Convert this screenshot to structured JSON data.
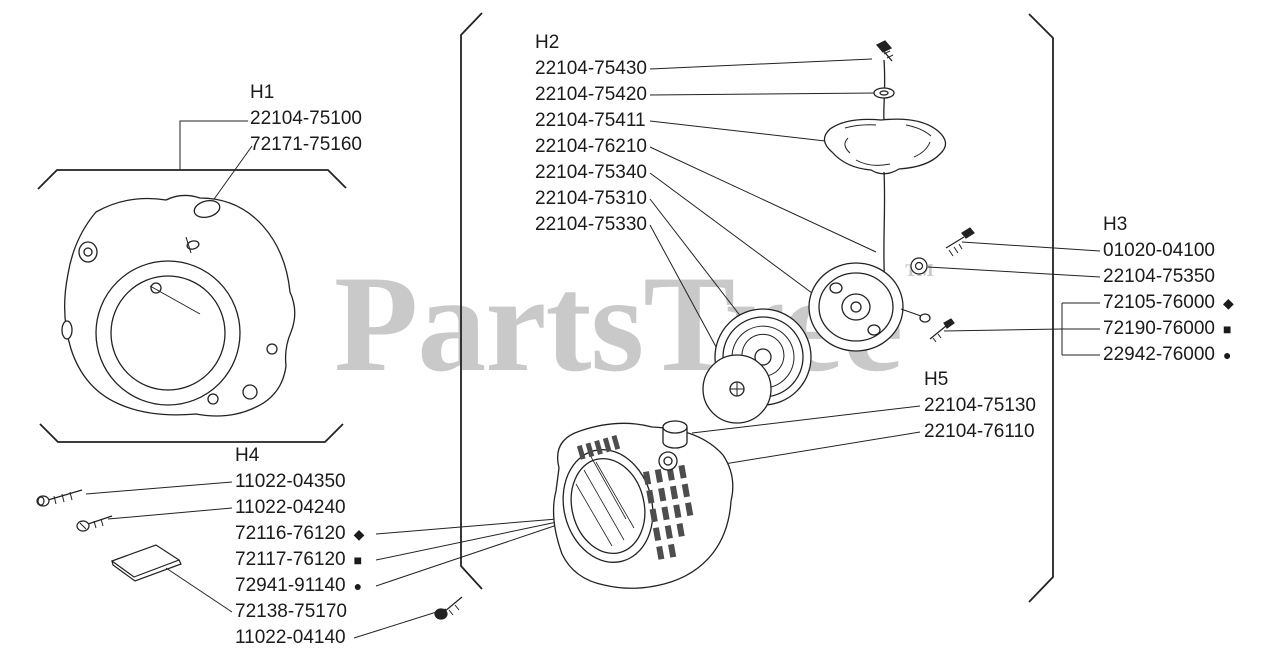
{
  "watermark": {
    "text": "PartsTree",
    "tm": "™",
    "color": "#c9c9c9"
  },
  "colors": {
    "line": "#222222",
    "watermark": "#c9c9c9"
  },
  "groups": {
    "h1": {
      "label": "H1",
      "items": [
        {
          "part": "22104-75100",
          "marker": ""
        },
        {
          "part": "72171-75160",
          "marker": ""
        }
      ]
    },
    "h2": {
      "label": "H2",
      "items": [
        {
          "part": "22104-75430",
          "marker": ""
        },
        {
          "part": "22104-75420",
          "marker": ""
        },
        {
          "part": "22104-75411",
          "marker": ""
        },
        {
          "part": "22104-76210",
          "marker": ""
        },
        {
          "part": "22104-75340",
          "marker": ""
        },
        {
          "part": "22104-75310",
          "marker": ""
        },
        {
          "part": "22104-75330",
          "marker": ""
        }
      ]
    },
    "h3": {
      "label": "H3",
      "items": [
        {
          "part": "01020-04100",
          "marker": ""
        },
        {
          "part": "22104-75350",
          "marker": ""
        },
        {
          "part": "72105-76000",
          "marker": "◆"
        },
        {
          "part": "72190-76000",
          "marker": "■"
        },
        {
          "part": "22942-76000",
          "marker": "●"
        }
      ]
    },
    "h4": {
      "label": "H4",
      "items": [
        {
          "part": "11022-04350",
          "marker": ""
        },
        {
          "part": "11022-04240",
          "marker": ""
        },
        {
          "part": "72116-76120",
          "marker": "◆"
        },
        {
          "part": "72117-76120",
          "marker": "■"
        },
        {
          "part": "72941-91140",
          "marker": "●"
        },
        {
          "part": "72138-75170",
          "marker": ""
        },
        {
          "part": "11022-04140",
          "marker": ""
        }
      ]
    },
    "h5": {
      "label": "H5",
      "items": [
        {
          "part": "22104-75130",
          "marker": ""
        },
        {
          "part": "22104-76110",
          "marker": ""
        }
      ]
    }
  }
}
